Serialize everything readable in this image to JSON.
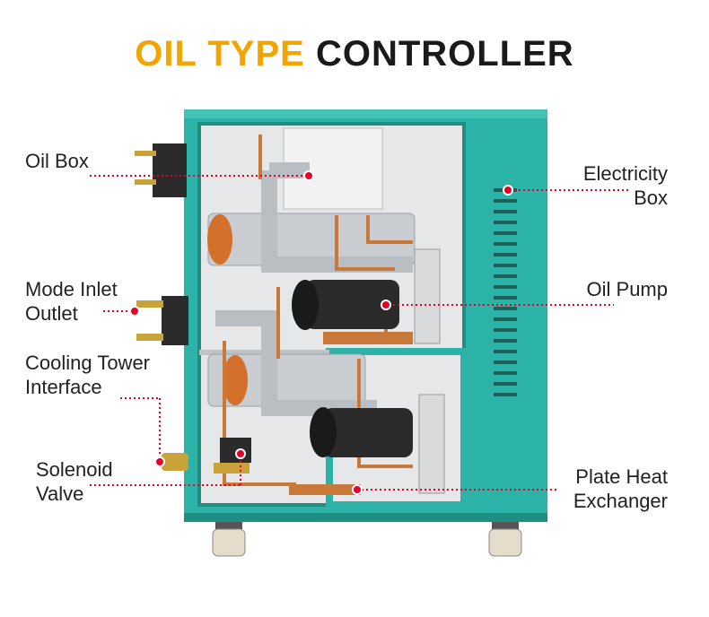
{
  "title": {
    "accent": "OIL TYPE",
    "main": "CONTROLLER"
  },
  "labels": {
    "oil_box": "Oil Box",
    "electricity_box_1": "Electricity",
    "electricity_box_2": "Box",
    "mode_inlet_1": "Mode Inlet",
    "mode_inlet_2": "Outlet",
    "oil_pump": "Oil Pump",
    "cooling_tower_1": "Cooling Tower",
    "cooling_tower_2": "Interface",
    "solenoid_1": "Solenoid",
    "solenoid_2": "Valve",
    "plate_heat_1": "Plate Heat",
    "plate_heat_2": "Exchanger"
  },
  "colors": {
    "accent": "#f2a400",
    "cabinet": "#2ab3a6",
    "callout": "#e4002b"
  }
}
